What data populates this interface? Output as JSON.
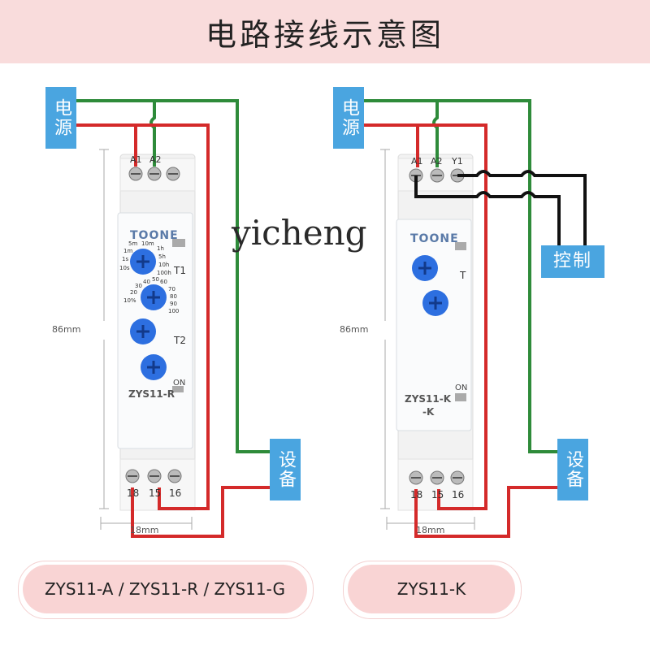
{
  "header": {
    "title": "电路接线示意图"
  },
  "labels": {
    "power": "电源",
    "device": "设备",
    "control": "控制"
  },
  "dimensions": {
    "height": "86mm",
    "width": "18mm"
  },
  "left_relay": {
    "brand": "TOONE",
    "model": "ZYS11-R",
    "top_terminals": [
      "A1",
      "A2"
    ],
    "bottom_terminals": [
      "18",
      "15",
      "16"
    ],
    "dial_t1": "T1",
    "dial_t2": "T2",
    "time_ticks": [
      "5m",
      "10m",
      "1m",
      "1h",
      "1s",
      "5h",
      "10s",
      "10h",
      "100h"
    ],
    "pct_ticks": [
      "30",
      "40",
      "50",
      "60",
      "20",
      "70",
      "10%",
      "80",
      "90",
      "100"
    ],
    "on_label": "ON"
  },
  "right_relay": {
    "brand": "TOONE",
    "model": "ZYS11-K",
    "model_suffix": "-K",
    "top_terminals": [
      "A1",
      "A2",
      "Y1"
    ],
    "bottom_terminals": [
      "18",
      "15",
      "16"
    ],
    "dial_t": "T",
    "on_label": "ON"
  },
  "pills": {
    "left": "ZYS11-A / ZYS11-R / ZYS11-G",
    "right": "ZYS11-K"
  },
  "watermark": "yicheng",
  "colors": {
    "header_bg": "#f9dcdc",
    "label_bg": "#4aa5e0",
    "wire_green": "#2e8b3a",
    "wire_red": "#d42a2a",
    "wire_black": "#111111",
    "pill_bg": "#f9d4d4",
    "knob": "#2d6fe0"
  }
}
